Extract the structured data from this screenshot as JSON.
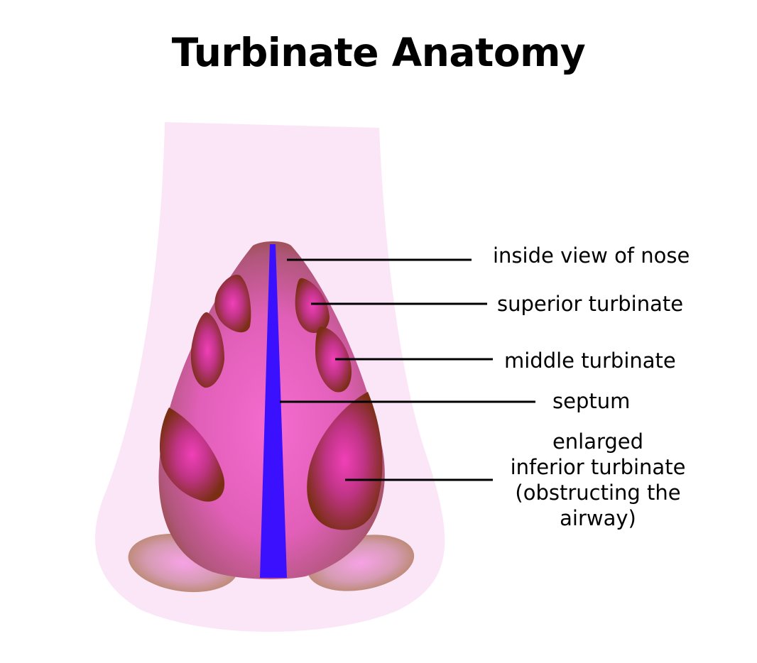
{
  "title": "Turbinate Anatomy",
  "labels": {
    "inside_view": "inside view of nose",
    "superior": "superior turbinate",
    "middle": "middle turbinate",
    "septum": "septum",
    "inferior_lines": [
      "enlarged",
      "inferior turbinate",
      "(obstructing the",
      "airway)"
    ]
  },
  "colors": {
    "outer_nose": "#fbe6f8",
    "cavity_center": "#f56cd0",
    "cavity_edge": "#8a4a2e",
    "turbinate_center": "#f040b8",
    "turbinate_edge": "#7a2e14",
    "septum": "#3a10ff",
    "nostril_center": "#f7a2e6",
    "nostril_edge": "#b8876a",
    "leader_line": "#000000"
  }
}
